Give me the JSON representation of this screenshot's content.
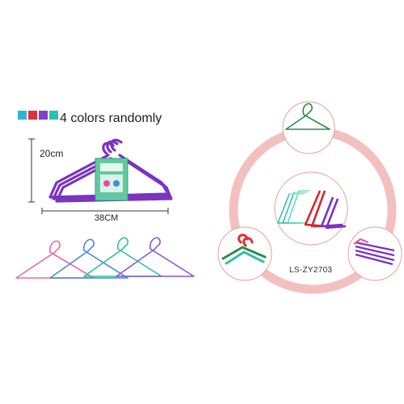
{
  "header": {
    "headline": "4 colors randomly",
    "swatches": [
      "#2fb4d4",
      "#e0303a",
      "#7d42c8",
      "#2cbfae"
    ]
  },
  "dimensions": {
    "height_label": "20cm",
    "width_label": "38CM"
  },
  "product": {
    "model_code": "LS-ZY2703"
  },
  "colors": {
    "ring": "#f3c0c0",
    "circle_border": "#e6a0a0",
    "purple": "#7a33c2",
    "teal": "#2cc0a4",
    "red": "#d8262e",
    "pink": "#e84a9a",
    "blue": "#3f8ee0",
    "green": "#2e8a4a"
  }
}
